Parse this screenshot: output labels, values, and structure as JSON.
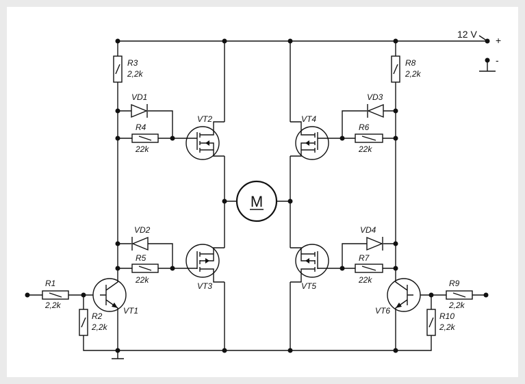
{
  "supply": {
    "voltage": "12 V",
    "plus": "+",
    "minus": "-"
  },
  "motor": {
    "label": "M"
  },
  "resistors": {
    "R1": {
      "name": "R1",
      "value": "2,2k"
    },
    "R2": {
      "name": "R2",
      "value": "2,2k"
    },
    "R3": {
      "name": "R3",
      "value": "2,2k"
    },
    "R4": {
      "name": "R4",
      "value": "22k"
    },
    "R5": {
      "name": "R5",
      "value": "22k"
    },
    "R6": {
      "name": "R6",
      "value": "22k"
    },
    "R7": {
      "name": "R7",
      "value": "22k"
    },
    "R8": {
      "name": "R8",
      "value": "2,2k"
    },
    "R9": {
      "name": "R9",
      "value": "2,2k"
    },
    "R10": {
      "name": "R10",
      "value": "2,2k"
    }
  },
  "diodes": {
    "VD1": "VD1",
    "VD2": "VD2",
    "VD3": "VD3",
    "VD4": "VD4"
  },
  "transistors": {
    "VT1": "VT1",
    "VT2": "VT2",
    "VT3": "VT3",
    "VT4": "VT4",
    "VT5": "VT5",
    "VT6": "VT6"
  }
}
